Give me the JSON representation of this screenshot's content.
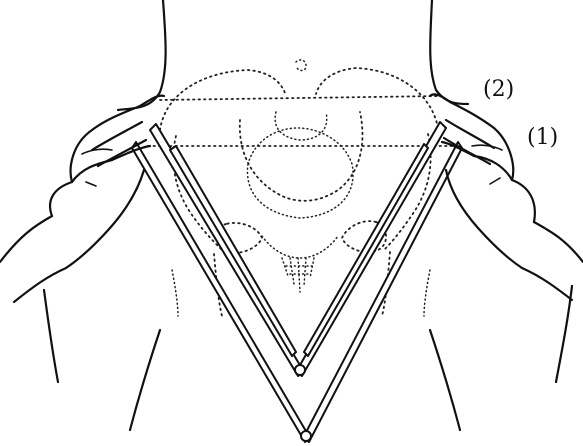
{
  "figure": {
    "callouts": [
      {
        "id": "label-2",
        "text": "(2)"
      },
      {
        "id": "label-1",
        "text": "(1)"
      }
    ],
    "ink_color": "#111111",
    "background": "#ffffff"
  }
}
